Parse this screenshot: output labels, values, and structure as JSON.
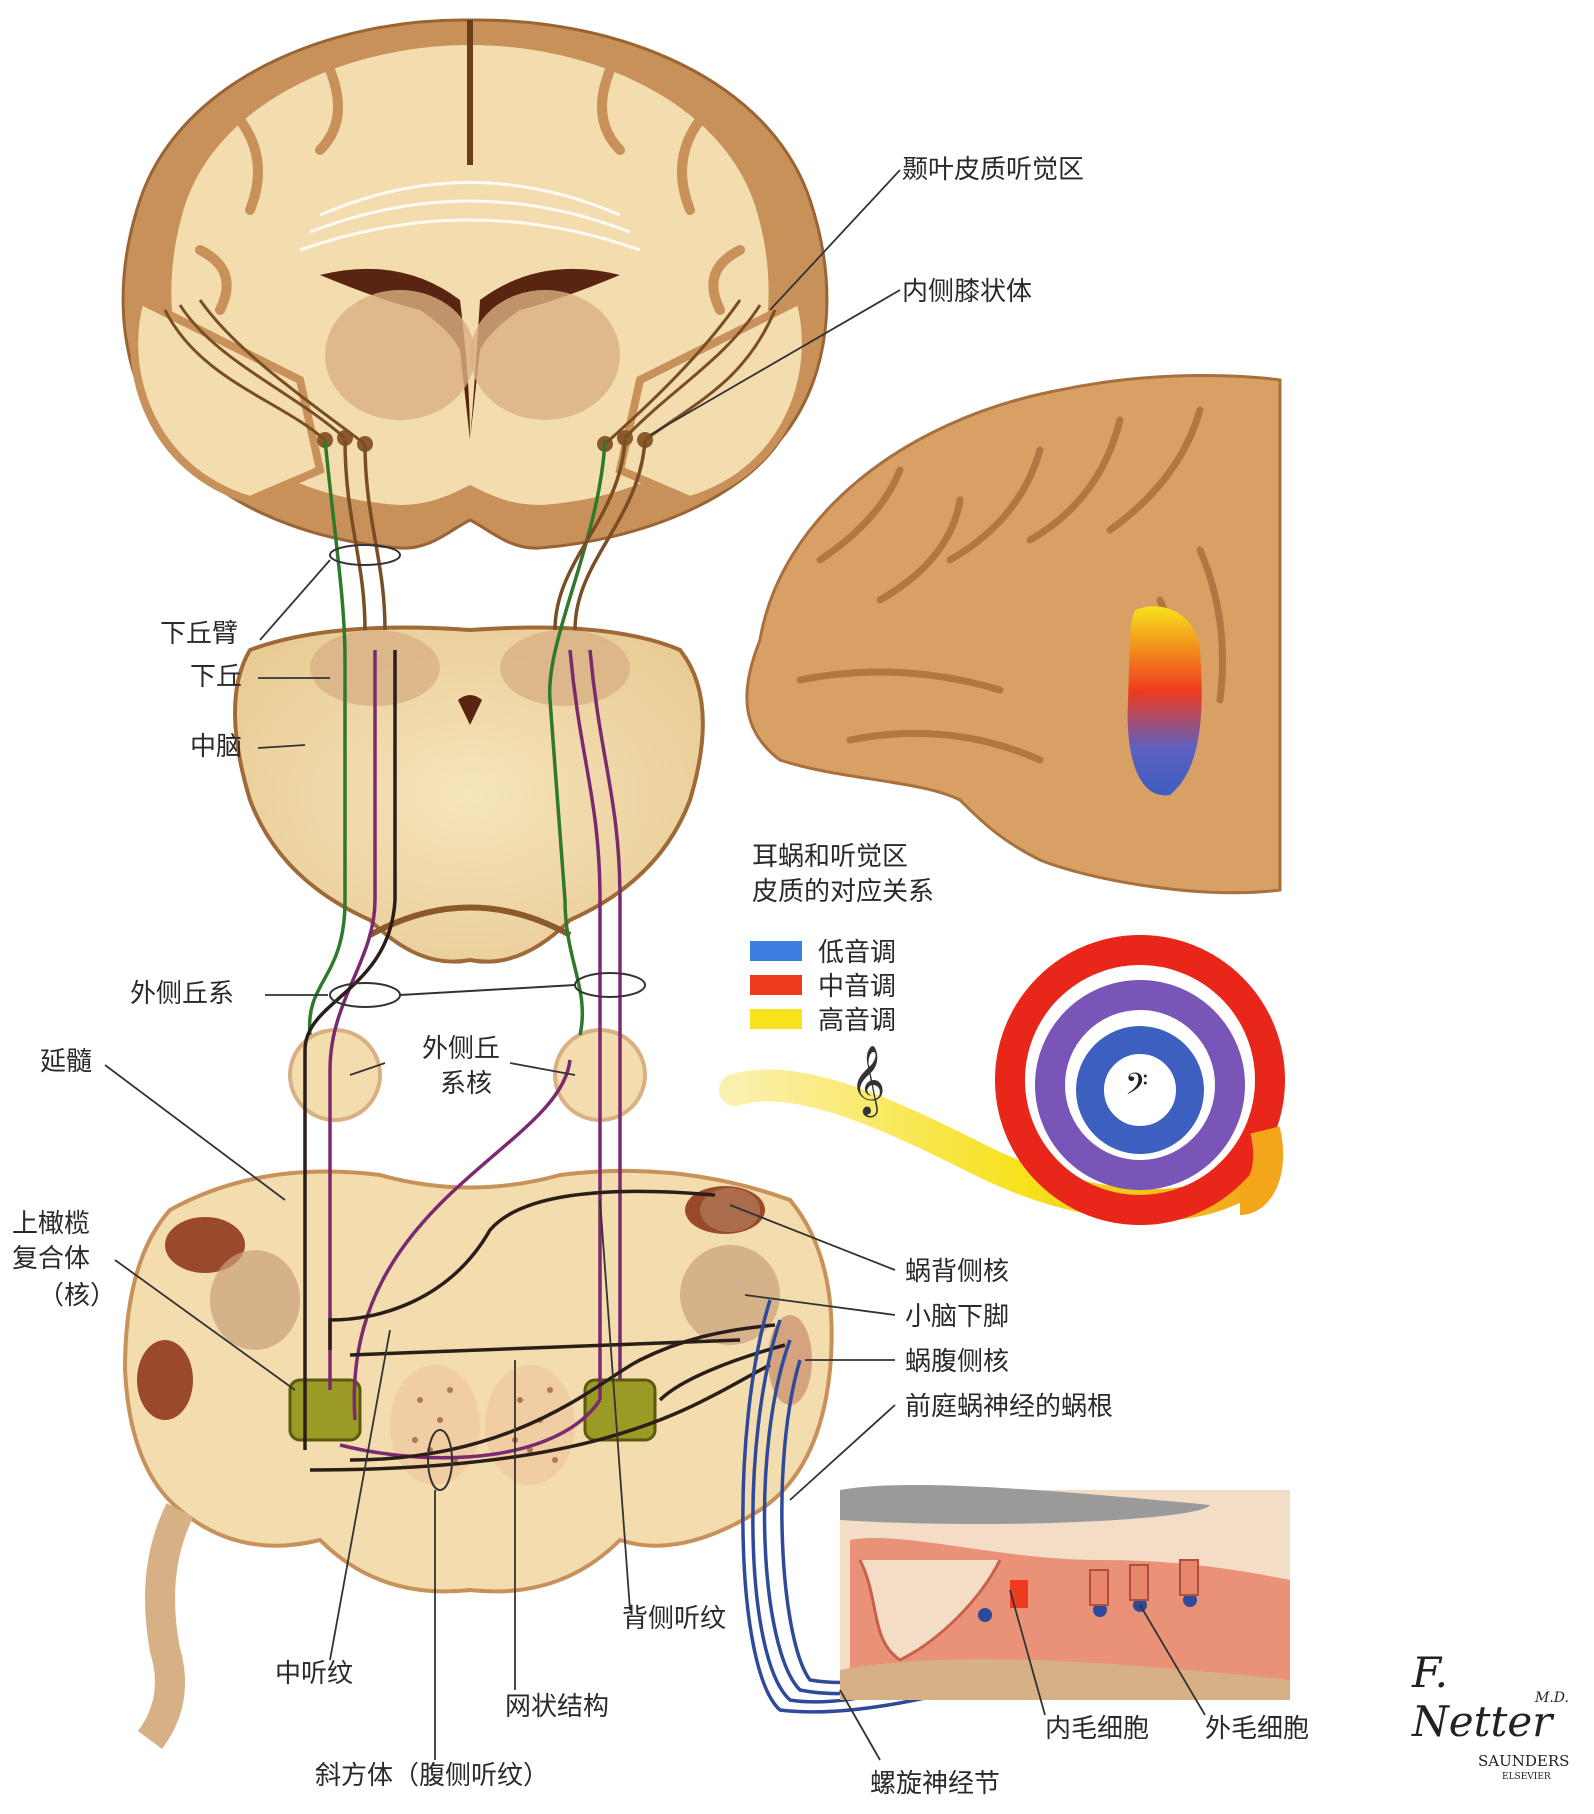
{
  "labels": {
    "temporal_cortex": "颞叶皮质听觉区",
    "medial_geniculate": "内侧膝状体",
    "brachium_inferior_colliculus": "下丘臂",
    "inferior_colliculus": "下丘",
    "midbrain": "中脑",
    "lateral_lemniscus": "外侧丘系",
    "nucleus_lateral_lemniscus_1": "外侧丘",
    "nucleus_lateral_lemniscus_2": "系核",
    "medulla": "延髓",
    "superior_olive_1": "上橄榄",
    "superior_olive_2": "复合体",
    "superior_olive_3": "（核）",
    "dorsal_cochlear_nucleus": "蜗背侧核",
    "inferior_cerebellar_peduncle": "小脑下脚",
    "ventral_cochlear_nucleus": "蜗腹侧核",
    "cochlear_root": "前庭蜗神经的蜗根",
    "dorsal_acoustic_stria": "背侧听纹",
    "intermediate_acoustic_stria": "中听纹",
    "reticular_formation": "网状结构",
    "trapezoid_body": "斜方体（腹侧听纹）",
    "inner_hair_cells": "内毛细胞",
    "outer_hair_cells": "外毛细胞",
    "spiral_ganglion": "螺旋神经节"
  },
  "legend": {
    "title_line1": "耳蜗和听觉区",
    "title_line2": "皮质的对应关系",
    "items": [
      {
        "label": "低音调",
        "color": "#3d7fe0"
      },
      {
        "label": "中音调",
        "color": "#ee3a1e"
      },
      {
        "label": "高音调",
        "color": "#f7e21b"
      }
    ]
  },
  "signature": {
    "artist": "F. Netter",
    "degree": "M.D.",
    "publisher": "SAUNDERS",
    "imprint": "ELSEVIER"
  },
  "colors": {
    "tissue": "#f3dcae",
    "cortex": "#c8915a",
    "green_path": "#2f7a2a",
    "purple_path": "#7a2a6e",
    "black_path": "#2a1f18",
    "brown_path": "#7a4e24",
    "blue_path": "#2f4a9a"
  }
}
